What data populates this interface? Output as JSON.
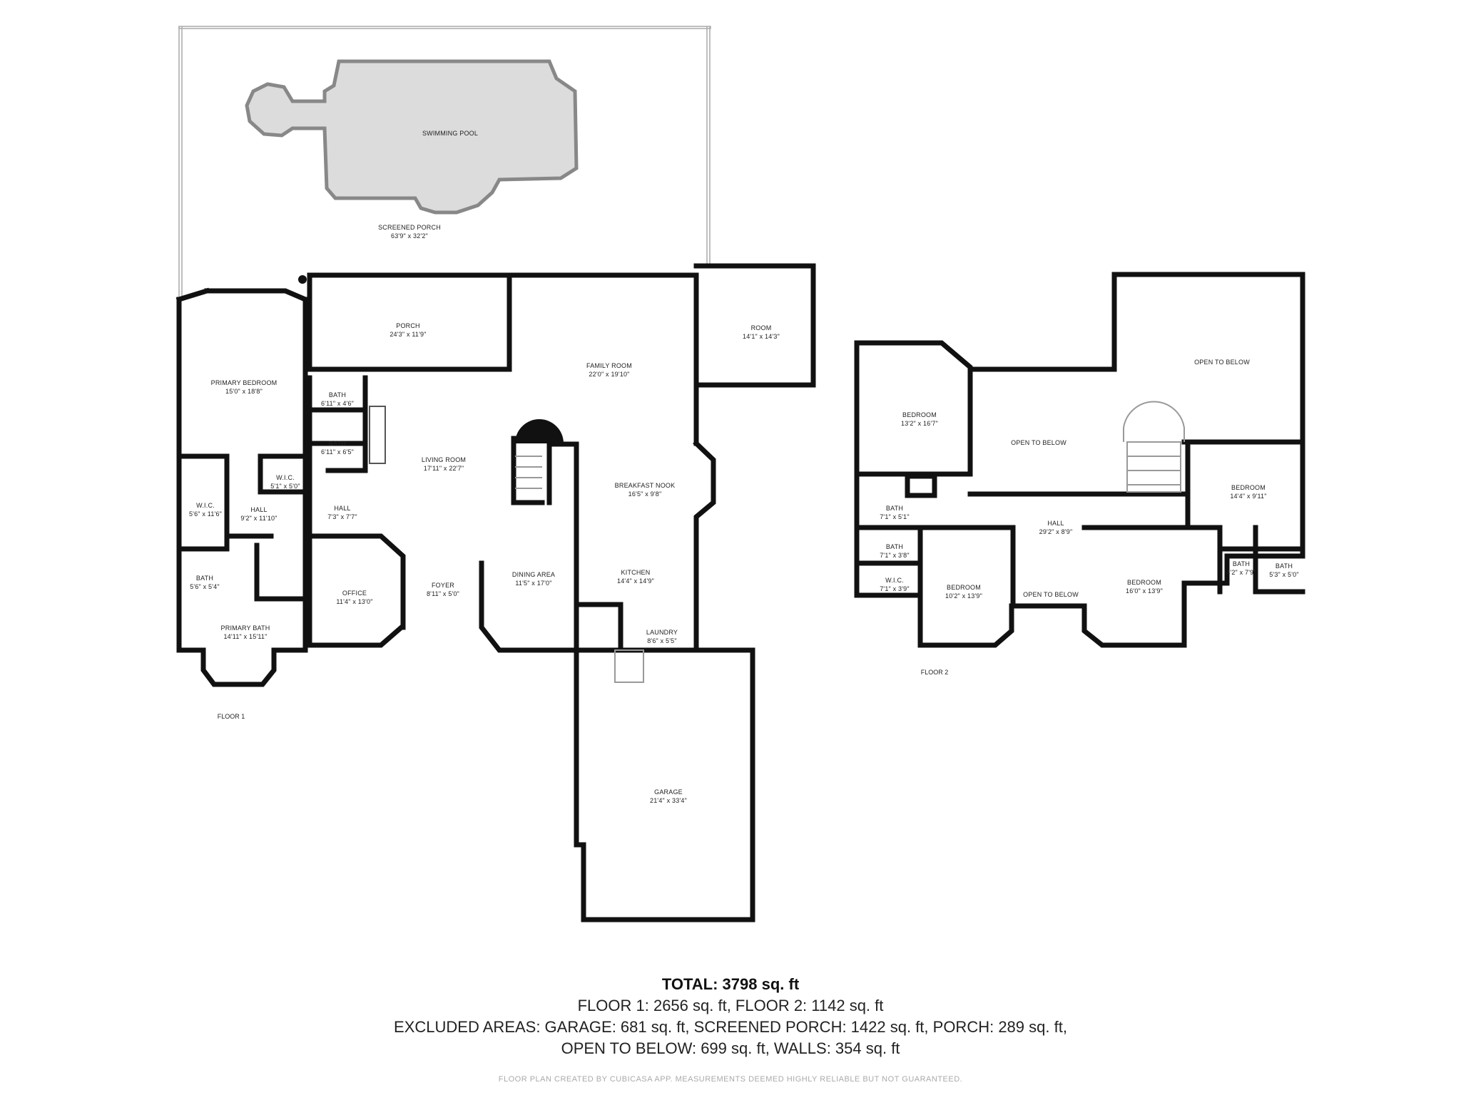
{
  "floor1": {
    "label": "FLOOR 1",
    "rooms": [
      {
        "key": "swimming-pool",
        "name": "SWIMMING POOL",
        "dims": ""
      },
      {
        "key": "screened-porch",
        "name": "SCREENED PORCH",
        "dims": "63'9\" x 32'2\""
      },
      {
        "key": "porch",
        "name": "PORCH",
        "dims": "24'3\" x 11'9\""
      },
      {
        "key": "family-room",
        "name": "FAMILY ROOM",
        "dims": "22'0\" x 19'10\""
      },
      {
        "key": "room",
        "name": "ROOM",
        "dims": "14'1\" x 14'3\""
      },
      {
        "key": "primary-bedroom",
        "name": "PRIMARY BEDROOM",
        "dims": "15'0\" x 18'8\""
      },
      {
        "key": "bath-1",
        "name": "BATH",
        "dims": "6'11\" x 4'6\""
      },
      {
        "key": "bath-2",
        "name": "BATH",
        "dims": "6'11\" x 6'5\""
      },
      {
        "key": "living-room",
        "name": "LIVING ROOM",
        "dims": "17'11\" x 22'7\""
      },
      {
        "key": "breakfast-nook",
        "name": "BREAKFAST NOOK",
        "dims": "16'5\" x 9'8\""
      },
      {
        "key": "wic-1",
        "name": "W.I.C.",
        "dims": "5'1\" x 5'0\""
      },
      {
        "key": "wic-2",
        "name": "W.I.C.",
        "dims": "5'6\" x 11'6\""
      },
      {
        "key": "hall-1",
        "name": "HALL",
        "dims": "9'2\" x 11'10\""
      },
      {
        "key": "hall-2",
        "name": "HALL",
        "dims": "7'3\" x 7'7\""
      },
      {
        "key": "bath-3",
        "name": "BATH",
        "dims": "5'6\" x 5'4\""
      },
      {
        "key": "office",
        "name": "OFFICE",
        "dims": "11'4\" x 13'0\""
      },
      {
        "key": "foyer",
        "name": "FOYER",
        "dims": "8'11\" x 5'0\""
      },
      {
        "key": "dining-area",
        "name": "DINING AREA",
        "dims": "11'5\" x 17'0\""
      },
      {
        "key": "kitchen",
        "name": "KITCHEN",
        "dims": "14'4\" x 14'9\""
      },
      {
        "key": "primary-bath",
        "name": "PRIMARY BATH",
        "dims": "14'11\" x 15'11\""
      },
      {
        "key": "laundry",
        "name": "LAUNDRY",
        "dims": "8'6\" x 5'5\""
      },
      {
        "key": "garage",
        "name": "GARAGE",
        "dims": "21'4\" x 33'4\""
      }
    ]
  },
  "floor2": {
    "label": "FLOOR 2",
    "rooms": [
      {
        "key": "open-to-below-1",
        "name": "OPEN TO BELOW",
        "dims": ""
      },
      {
        "key": "bedroom-1",
        "name": "BEDROOM",
        "dims": "13'2\" x 16'7\""
      },
      {
        "key": "open-to-below-2",
        "name": "OPEN TO BELOW",
        "dims": ""
      },
      {
        "key": "bedroom-2",
        "name": "BEDROOM",
        "dims": "14'4\" x 9'11\""
      },
      {
        "key": "bath-a",
        "name": "BATH",
        "dims": "7'1\" x 5'1\""
      },
      {
        "key": "hall",
        "name": "HALL",
        "dims": "29'2\" x 8'9\""
      },
      {
        "key": "bath-b",
        "name": "BATH",
        "dims": "7'1\" x 3'8\""
      },
      {
        "key": "bath-c",
        "name": "BATH",
        "dims": "4'2\" x 7'9\""
      },
      {
        "key": "bath-d",
        "name": "BATH",
        "dims": "5'3\" x 5'0\""
      },
      {
        "key": "wic",
        "name": "W.I.C.",
        "dims": "7'1\" x 3'9\""
      },
      {
        "key": "bedroom-3",
        "name": "BEDROOM",
        "dims": "10'2\" x 13'9\""
      },
      {
        "key": "open-to-below-3",
        "name": "OPEN TO BELOW",
        "dims": ""
      },
      {
        "key": "bedroom-4",
        "name": "BEDROOM",
        "dims": "16'0\" x 13'9\""
      }
    ]
  },
  "summary": {
    "total": "TOTAL: 3798 sq. ft",
    "line1": "FLOOR 1: 2656 sq. ft, FLOOR 2: 1142 sq. ft",
    "line2": "EXCLUDED AREAS: GARAGE: 681 sq. ft, SCREENED PORCH: 1422 sq. ft, PORCH: 289 sq. ft,",
    "line3": "OPEN TO BELOW: 699 sq. ft, WALLS: 354 sq. ft"
  },
  "credit": "FLOOR PLAN CREATED BY CUBICASA APP. MEASUREMENTS DEEMED HIGHLY RELIABLE BUT NOT GUARANTEED.",
  "colors": {
    "wall": "#111111",
    "pool_fill": "#dcdcdc",
    "text": "#222222"
  }
}
